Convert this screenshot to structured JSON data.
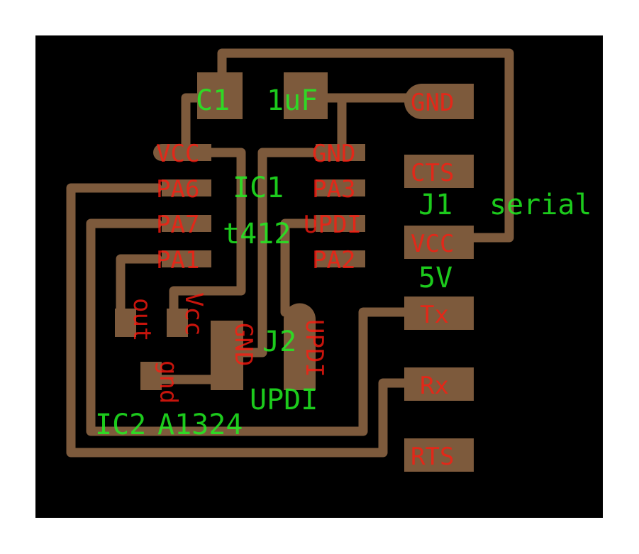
{
  "board": {
    "background": "#000000",
    "copper_color": "#7d5a3c",
    "pad_label_color": "#ff1a10",
    "ref_label_color": "#22ee22"
  },
  "components": {
    "c1": {
      "ref": "C1",
      "value": "1uF"
    },
    "ic1": {
      "ref": "IC1",
      "value": "t412",
      "pins_left": [
        "VCC",
        "PA6",
        "PA7",
        "PA1"
      ],
      "pins_right": [
        "GND",
        "PA3",
        "UPDI",
        "PA2"
      ]
    },
    "j1": {
      "ref": "J1",
      "value": "serial",
      "note": "5V",
      "pins": [
        "GND",
        "CTS",
        "VCC",
        "Tx",
        "Rx",
        "RTS"
      ]
    },
    "ic2": {
      "ref": "IC2",
      "value": "A1324",
      "pins": [
        "out",
        "Vcc",
        "gnd"
      ]
    },
    "j2": {
      "ref": "J2",
      "value": "UPDI",
      "pins": [
        "GND",
        "UPDI"
      ]
    }
  }
}
